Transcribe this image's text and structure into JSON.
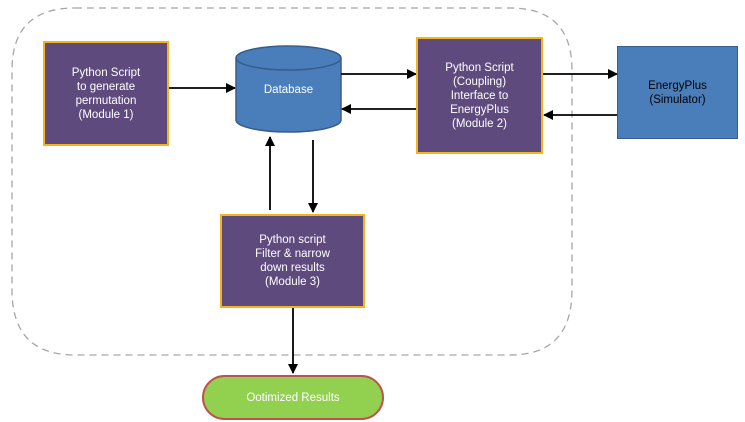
{
  "diagram": {
    "module1": {
      "lines": [
        "Python Script",
        "to generate",
        "permutation",
        "(Module 1)"
      ]
    },
    "database": {
      "label": "Database"
    },
    "module2": {
      "lines": [
        "Python Script",
        "(Coupling)",
        "Interface to",
        "EnergyPlus",
        "(Module 2)"
      ]
    },
    "simulator": {
      "lines": [
        "EnergyPlus",
        "(Simulator)"
      ]
    },
    "module3": {
      "lines": [
        "Python script",
        "Filter & narrow",
        "down results",
        "(Module 3)"
      ]
    },
    "result": {
      "label": "Ootimized Results"
    },
    "colors": {
      "module_fill": "#5f4a7e",
      "module_border": "#f2b51f",
      "database_fill": "#4a7ebb",
      "simulator_fill": "#4a7ebb",
      "result_fill": "#92d050",
      "result_border": "#c0504d",
      "boundary": "#a6a6a6",
      "arrow": "#000000"
    }
  }
}
